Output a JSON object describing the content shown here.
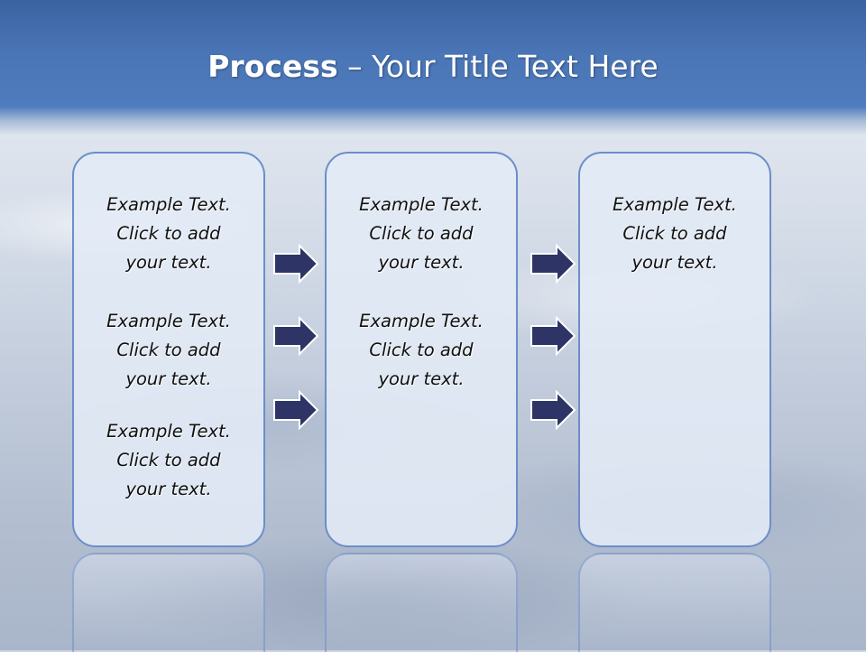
{
  "title": {
    "bold": "Process",
    "rest": " – Your Title Text Here"
  },
  "columns": [
    {
      "blocks": [
        {
          "l1": "Example Text.",
          "l2": "Click  to add",
          "l3": "your text."
        },
        {
          "l1": "Example Text.",
          "l2": "Click  to add",
          "l3": "your text."
        },
        {
          "l1": "Example Text.",
          "l2": "Click  to add",
          "l3": "your text."
        }
      ]
    },
    {
      "blocks": [
        {
          "l1": "Example Text.",
          "l2": "Click  to add",
          "l3": "your text."
        },
        {
          "l1": "Example Text.",
          "l2": "Click  to add",
          "l3": "your text."
        }
      ]
    },
    {
      "blocks": [
        {
          "l1": "Example Text.",
          "l2": "Click  to add",
          "l3": "your text."
        }
      ]
    }
  ],
  "colors": {
    "title_bar": "#4f7cbd",
    "box_border": "#6c8ec9",
    "box_fill": "#e2eaf6",
    "arrow": "#2e3566"
  },
  "icons": {
    "arrow": "right-arrow-icon"
  }
}
